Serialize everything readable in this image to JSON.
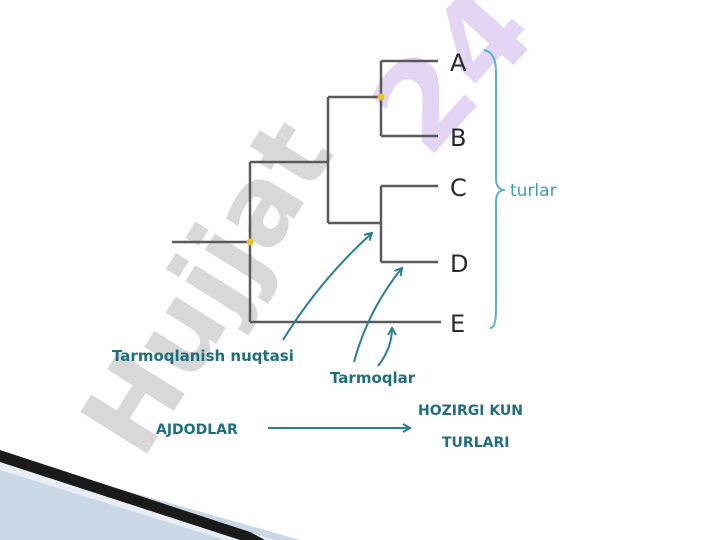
{
  "watermark": {
    "left_text": "Hujjat",
    "right_text": "24",
    "left_color": "#d8d8d8",
    "right_color": "#e3d5f3"
  },
  "tree": {
    "leaves": [
      "A",
      "B",
      "C",
      "D",
      "E"
    ],
    "branch_color": "#5a5a5a",
    "node_color": "#e8c22a"
  },
  "annotations": {
    "species_label": "turlar",
    "branch_point_label": "Tarmoqlanish nuqtasi",
    "branches_label": "Tarmoqlar",
    "ancestors_label": "AJDODLAR",
    "modern_species_line1": "HOZIRGI KUN",
    "modern_species_line2": "TURLARI",
    "arrow_color": "#2a7f8e",
    "brace_color": "#5bb3c9"
  },
  "decoration": {
    "stripe_color": "#1a1a1a",
    "light_stripe_color": "#c9d7e6"
  }
}
